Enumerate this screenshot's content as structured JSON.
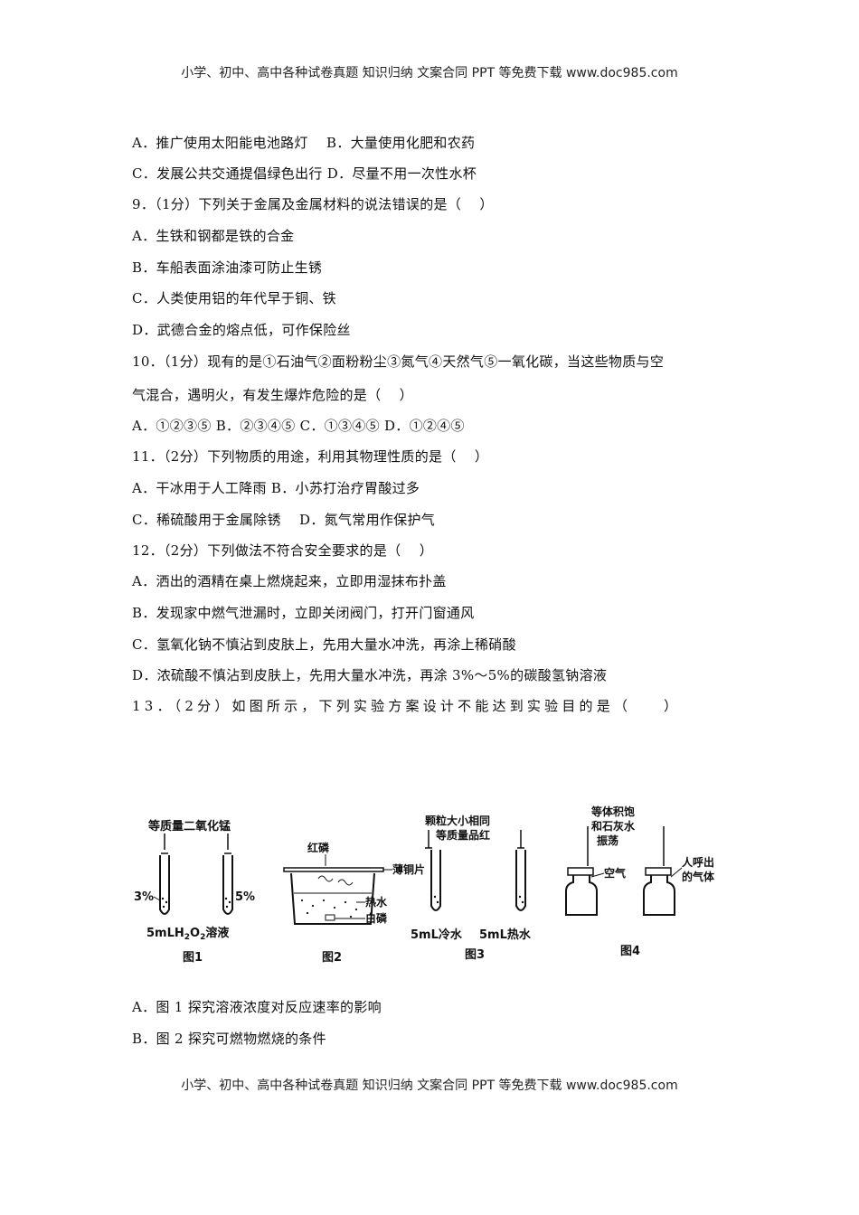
{
  "header": "小学、初中、高中各种试卷真题 知识归纳 文案合同 PPT 等免费下载   www.doc985.com",
  "footer": "小学、初中、高中各种试卷真题 知识归纳 文案合同 PPT 等免费下载   www.doc985.com",
  "lines": [
    "A．推广使用太阳能电池路灯    B．大量使用化肥和农药",
    "C．发展公共交通提倡绿色出行 D．尽量不用一次性水杯",
    "9．（1分）下列关于金属及金属材料的说法错误的是（    ）",
    "A．生铁和钢都是铁的合金",
    "B．车船表面涂油漆可防止生锈",
    "C．人类使用铝的年代早于铜、铁",
    "D．武德合金的熔点低，可作保险丝",
    "10．（1分）现有的是①石油气②面粉粉尘③氮气④天然气⑤一氧化碳，当这些物质与空",
    "气混合，遇明火，有发生爆炸危险的是（    ）",
    "A．①②③⑤ B．②③④⑤ C．①③④⑤ D．①②④⑤",
    "11．（2分）下列物质的用途，利用其物理性质的是（    ）",
    "A．干冰用于人工降雨 B．小苏打治疗胃酸过多",
    "C．稀硫酸用于金属除锈    D．氮气常用作保护气",
    "12．（2分）下列做法不符合安全要求的是（    ）",
    "A．洒出的酒精在桌上燃烧起来，立即用湿抹布扑盖",
    "B．发现家中燃气泄漏时，立即关闭阀门，打开门窗通风",
    "C．氢氧化钠不慎沾到皮肤上，先用大量水冲洗，再涂上稀硝酸",
    "D．浓硫酸不慎沾到皮肤上，先用大量水冲洗，再涂 3%～5%的碳酸氢钠溶液",
    "13．（2分）如图所示，下列实验方案设计不能达到实验目的是（    ）"
  ],
  "figure": {
    "fig1": {
      "top_label": "等质量二氧化锰",
      "left_conc": "3%",
      "right_conc": "5%",
      "solution_prefix": "5mLH",
      "solution_sub": "2",
      "solution_mid": "O",
      "solution_sub2": "2",
      "solution_suffix": "溶液",
      "caption": "图1"
    },
    "fig2": {
      "red_p": "红磷",
      "copper": "薄铜片",
      "hot_water": "热水",
      "white_p": "白磷",
      "caption": "图2"
    },
    "fig3": {
      "label_line1": "颗粒大小相同",
      "label_line2": "等质量品红",
      "left_water": "5mL冷水",
      "right_water": "5mL热水",
      "caption": "图3"
    },
    "fig4": {
      "label_line1": "等体积饱",
      "label_line2": "和石灰水",
      "label_line3": "振荡",
      "air": "空气",
      "breath_line1": "人呼出",
      "breath_line2": "的气体",
      "caption": "图4"
    }
  },
  "answers": [
    "A．图 1 探究溶液浓度对反应速率的影响",
    "B．图 2 探究可燃物燃烧的条件"
  ]
}
